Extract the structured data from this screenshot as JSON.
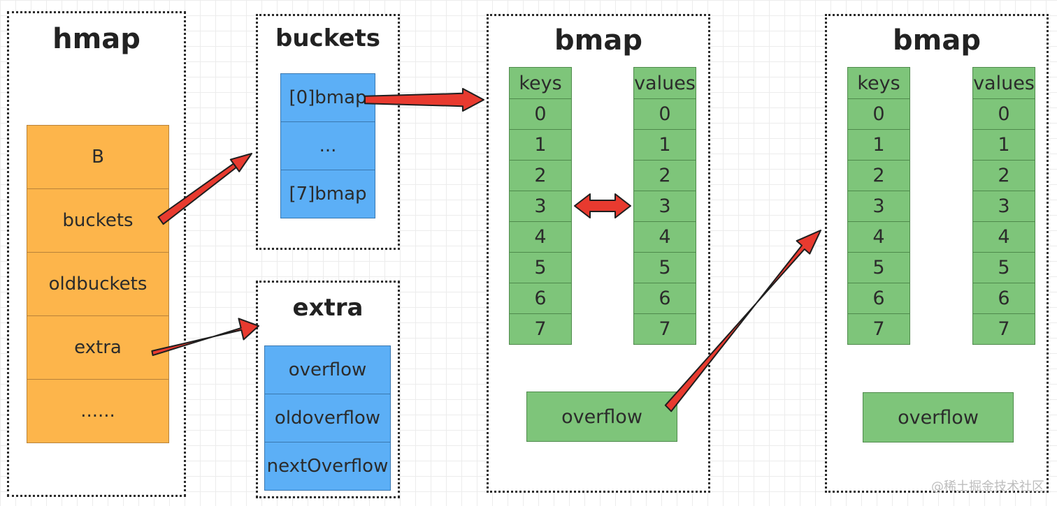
{
  "hmap": {
    "title": "hmap",
    "fields": [
      "B",
      "buckets",
      "oldbuckets",
      "extra",
      "......"
    ]
  },
  "buckets": {
    "title": "buckets",
    "items": [
      "[0]bmap",
      "...",
      "[7]bmap"
    ]
  },
  "extra": {
    "title": "extra",
    "items": [
      "overflow",
      "oldoverflow",
      "nextOverflow"
    ]
  },
  "bmap1": {
    "title": "bmap",
    "keys_header": "keys",
    "values_header": "values",
    "keys": [
      "0",
      "1",
      "2",
      "3",
      "4",
      "5",
      "6",
      "7"
    ],
    "values": [
      "0",
      "1",
      "2",
      "3",
      "4",
      "5",
      "6",
      "7"
    ],
    "overflow": "overflow"
  },
  "bmap2": {
    "title": "bmap",
    "keys_header": "keys",
    "values_header": "values",
    "keys": [
      "0",
      "1",
      "2",
      "3",
      "4",
      "5",
      "6",
      "7"
    ],
    "values": [
      "0",
      "1",
      "2",
      "3",
      "4",
      "5",
      "6",
      "7"
    ],
    "overflow": "overflow"
  },
  "watermark": "@稀土掘金技术社区",
  "colors": {
    "hmap_fill": "#fdb54b",
    "bucket_fill": "#5caff6",
    "bmap_fill": "#7ec57a",
    "arrow_fill": "#e83a2f",
    "arrow_stroke": "#1f1f1f"
  }
}
